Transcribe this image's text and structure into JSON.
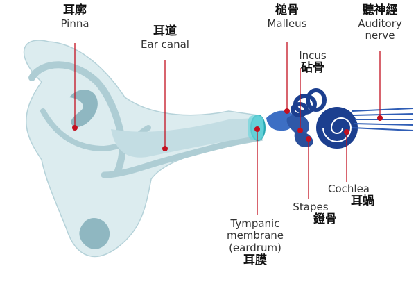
{
  "labels": {
    "pinna": {
      "zh": "耳廓",
      "en": "Pinna"
    },
    "ear_canal": {
      "zh": "耳道",
      "en": "Ear canal"
    },
    "malleus": {
      "zh": "槌骨",
      "en": "Malleus"
    },
    "incus": {
      "zh": "砧骨",
      "en": "Incus"
    },
    "auditory_nerve": {
      "zh": "聽神經",
      "en_line1": "Auditory",
      "en_line2": "nerve"
    },
    "cochlea": {
      "zh": "耳蝸",
      "en": "Cochlea"
    },
    "stapes": {
      "zh": "鐙骨",
      "en": "Stapes"
    },
    "tympanic": {
      "zh": "耳膜",
      "en_line1": "Tympanic",
      "en_line2": "membrane",
      "en_line3": "(eardrum)"
    }
  },
  "colors": {
    "ear_fill": "#dcecef",
    "ear_mid": "#aecdd4",
    "ear_dark": "#8fb7c1",
    "canal": "#c3dde3",
    "eardrum": "#49c6cf",
    "ossicle": "#3d6fc4",
    "cochlea": "#1c3f8f",
    "nerve": "#2f5db5",
    "pointer": "#c3101f"
  }
}
